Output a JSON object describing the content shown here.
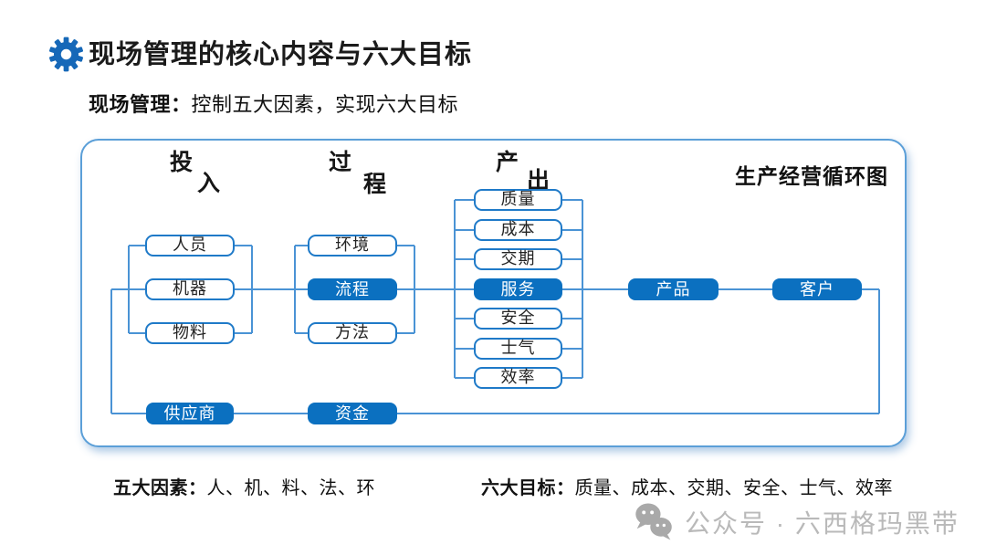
{
  "page": {
    "title": "现场管理的核心内容与六大目标",
    "subtitle": {
      "label": "现场管理：",
      "text": "控制五大因素，实现六大目标"
    }
  },
  "diagram": {
    "corner_label": "生产经营循环图",
    "headers": {
      "input": {
        "c1": "投",
        "c2": "入"
      },
      "process": {
        "c1": "过",
        "c2": "程"
      },
      "output": {
        "c1": "产",
        "c2": "出"
      }
    },
    "input_boxes": [
      "人员",
      "机器",
      "物料"
    ],
    "process_boxes": [
      "环境",
      "流程",
      "方法"
    ],
    "output_boxes": [
      "质量",
      "成本",
      "交期",
      "服务",
      "安全",
      "士气",
      "效率"
    ],
    "product_box": "产品",
    "customer_box": "客户",
    "supplier_box": "供应商",
    "capital_box": "资金",
    "highlighted_boxes": [
      "流程",
      "服务",
      "产品",
      "客户",
      "供应商",
      "资金"
    ]
  },
  "footer": {
    "factors": {
      "label": "五大因素：",
      "text": "人、机、料、法、环"
    },
    "goals": {
      "label": "六大目标：",
      "text": "质量、成本、交期、安全、士气、效率"
    }
  },
  "watermark": {
    "icon": "wechat-icon",
    "text": "公众号 · 六西格玛黑带"
  },
  "colors": {
    "accent_blue": "#0b70c0",
    "box_border_blue": "#1f7ac8",
    "connector_blue": "#4a93d5",
    "container_border": "#5b9fd8",
    "title_text": "#1b1b1b",
    "watermark_gray": "#b9b9b9"
  }
}
